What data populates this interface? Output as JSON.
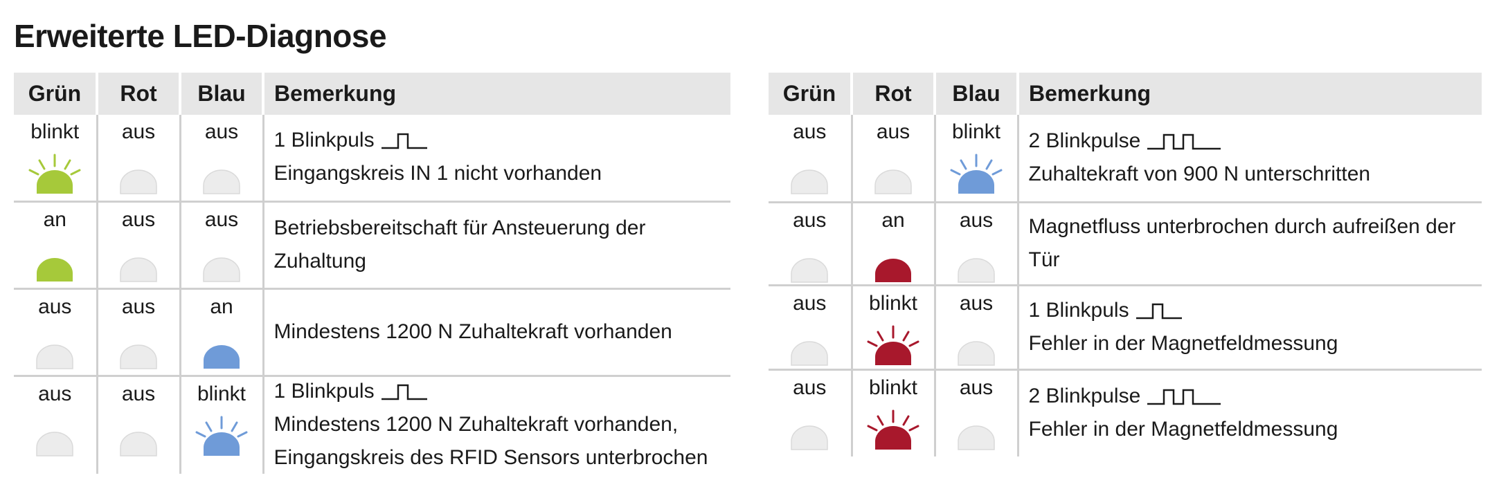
{
  "title": "Erweiterte LED-Diagnose",
  "colors": {
    "green_on": "#a6c93a",
    "red_on": "#a8182c",
    "blue_on": "#6f9bd8",
    "off": "#ececec",
    "off_stroke": "#dadada",
    "header_bg": "#e6e6e6",
    "rule": "#cfcfcf"
  },
  "headers": {
    "green": "Grün",
    "red": "Rot",
    "blue": "Blau",
    "remark": "Bemerkung"
  },
  "left_table": [
    {
      "green": "blinkt",
      "red": "aus",
      "blue": "aus",
      "pulse": "1 Blinkpuls",
      "pulses": 1,
      "lines": [
        "Eingangskreis IN 1 nicht vorhanden"
      ]
    },
    {
      "green": "an",
      "red": "aus",
      "blue": "aus",
      "pulse": "",
      "pulses": 0,
      "lines": [
        "Betriebsbereitschaft für Ansteuerung der Zuhaltung"
      ]
    },
    {
      "green": "aus",
      "red": "aus",
      "blue": "an",
      "pulse": "",
      "pulses": 0,
      "lines": [
        "Mindestens 1200 N Zuhaltekraft vorhanden"
      ]
    },
    {
      "green": "aus",
      "red": "aus",
      "blue": "blinkt",
      "pulse": "1 Blinkpuls",
      "pulses": 1,
      "lines": [
        "Mindestens 1200 N Zuhaltekraft vorhanden,",
        "Eingangskreis des RFID Sensors unterbrochen"
      ]
    }
  ],
  "right_table": [
    {
      "green": "aus",
      "red": "aus",
      "blue": "blinkt",
      "pulse": "2 Blinkpulse",
      "pulses": 2,
      "lines": [
        "Zuhaltekraft von 900 N unterschritten"
      ]
    },
    {
      "green": "aus",
      "red": "an",
      "blue": "aus",
      "pulse": "",
      "pulses": 0,
      "lines": [
        "Magnetfluss unterbrochen durch aufreißen der Tür"
      ]
    },
    {
      "green": "aus",
      "red": "blinkt",
      "blue": "aus",
      "pulse": "1 Blinkpuls",
      "pulses": 1,
      "lines": [
        "Fehler in der Magnetfeldmessung"
      ]
    },
    {
      "green": "aus",
      "red": "blinkt",
      "blue": "aus",
      "pulse": "2 Blinkpulse",
      "pulses": 2,
      "lines": [
        "Fehler in der Magnetfeldmessung"
      ]
    }
  ]
}
